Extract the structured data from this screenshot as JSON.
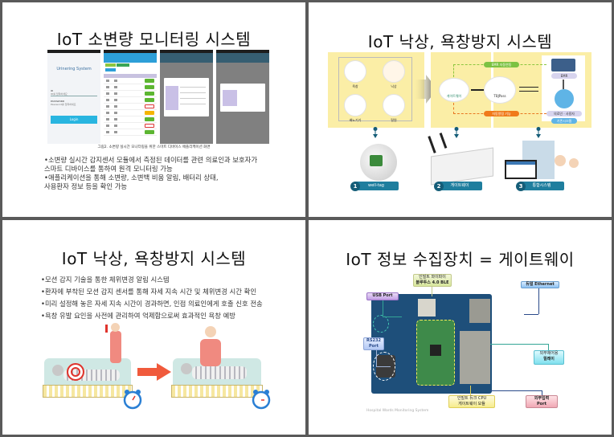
{
  "slides": [
    {
      "title": "IoT 소변량 모니터링 시스템",
      "figure": {
        "phone1": {
          "app_title": "Urinering System",
          "id_label": "ID",
          "id_placeholder": "ID를 입력하세요",
          "password_label": "PASSWORD",
          "password_placeholder": "Password를 입력하세요",
          "login_button": "Login"
        },
        "caption": "그림2. 소변량 실시간 모니터링을 위한 스마트 디바이스 애플리케이션 화면"
      },
      "bullets": [
        "•소변량 실시간 감지센서 모듈에서 측정된 데이터를 관련 의료인과 보호자가",
        " 스마트 디바이스를 통하여 원격 모니터링 가능",
        "•애플리케이션을 통해 소변량, 소변백 비움 알림, 배터리 상태,",
        "사용환자 정보 등을 확인 가능"
      ]
    },
    {
      "title": "IoT 낙상, 욕창방지 시스템",
      "diagram": {
        "events": [
          "욕창",
          "낙상",
          "배뇨기기",
          "탈원"
        ],
        "gateway_label": "게이트웨이",
        "server_label": "TBJPass",
        "emr_link_label": "EMR 자동연동",
        "alert_label": "자동알림 기능",
        "emr_label": "EMR",
        "staff_label": "의료인 · 사용자",
        "system_label": "기존시스템",
        "steps": [
          {
            "num": "1",
            "label": "well-tag"
          },
          {
            "num": "2",
            "label": "게이트웨이"
          },
          {
            "num": "3",
            "label": "통합시스템"
          }
        ]
      }
    },
    {
      "title": "IoT 낙상, 욕창방지 시스템",
      "bullets": [
        "•모션 감지 기술을 통한 체위변경 알림 시스템",
        "•환자에 부착된 모션 감지 센서를 통해 자세 지속 시간 및 체위변경 시간 확인",
        "•미리 설정해 놓은 자세 지속 시간이 경과하면, 인접 의료인에게 호출 신호 전송",
        "•욕창 유발 요인을 사전에 관리하여 억제함으로써 효과적인 욕창 예방"
      ]
    },
    {
      "title": "IoT 정보 수집장치 = 게이트웨이",
      "labels": {
        "wifi": [
          "인빌트 와이파이",
          "블루투스 4.0 BLE"
        ],
        "ethernet": "듀얼 Ethernet",
        "usb": "USB Port",
        "rs232": [
          "RS232",
          "Port"
        ],
        "relay": [
          "외부제어용",
          "릴레이"
        ],
        "cpu": [
          "인빌트 듀크 CPU",
          "게이트웨이 모듈"
        ],
        "input": [
          "외부입력",
          "Port"
        ]
      },
      "watermark": "Hospital Wards Monitoring System"
    }
  ]
}
